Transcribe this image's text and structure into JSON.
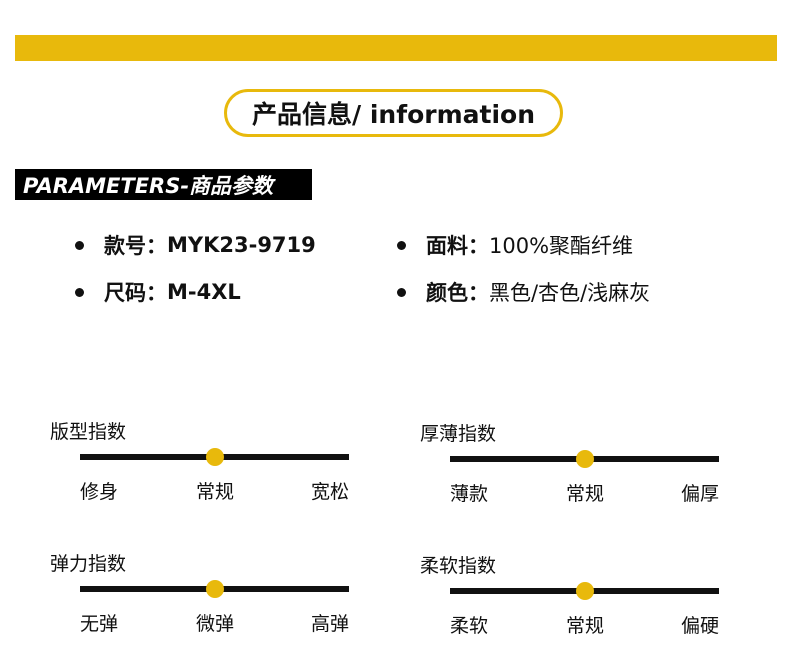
{
  "colors": {
    "accent": "#e8b90c",
    "dark": "#111111"
  },
  "header": {
    "title": "产品信息/ information",
    "section_label": "PARAMETERS-商品参数"
  },
  "specs": [
    {
      "key": "款号：",
      "value": "MYK23-9719"
    },
    {
      "key": "面料：",
      "value": "100%聚酯纤维"
    },
    {
      "key": "尺码：",
      "value": "M-4XL"
    },
    {
      "key": "颜色：",
      "value": "黑色/杏色/浅麻灰"
    }
  ],
  "scales": [
    {
      "title": "版型指数",
      "labels": [
        "修身",
        "常规",
        "宽松"
      ],
      "selected_index": 1
    },
    {
      "title": "厚薄指数",
      "labels": [
        "薄款",
        "常规",
        "偏厚"
      ],
      "selected_index": 1
    },
    {
      "title": "弹力指数",
      "labels": [
        "无弹",
        "微弹",
        "高弹"
      ],
      "selected_index": 1
    },
    {
      "title": "柔软指数",
      "labels": [
        "柔软",
        "常规",
        "偏硬"
      ],
      "selected_index": 1
    }
  ]
}
